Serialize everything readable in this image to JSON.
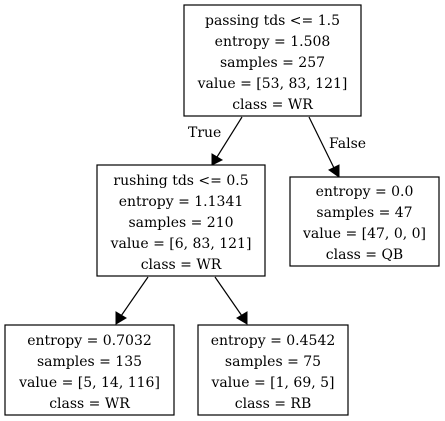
{
  "tree": {
    "nodes": {
      "root": {
        "lines": [
          "passing tds <= 1.5",
          "entropy = 1.508",
          "samples = 257",
          "value = [53, 83, 121]",
          "class = WR"
        ]
      },
      "left": {
        "lines": [
          "rushing tds <= 0.5",
          "entropy = 1.1341",
          "samples = 210",
          "value = [6, 83, 121]",
          "class = WR"
        ]
      },
      "right": {
        "lines": [
          "entropy = 0.0",
          "samples = 47",
          "value = [47, 0, 0]",
          "class = QB"
        ]
      },
      "left_left": {
        "lines": [
          "entropy = 0.7032",
          "samples = 135",
          "value = [5, 14, 116]",
          "class = WR"
        ]
      },
      "left_right": {
        "lines": [
          "entropy = 0.4542",
          "samples = 75",
          "value = [1, 69, 5]",
          "class = RB"
        ]
      }
    },
    "edge_labels": {
      "true": "True",
      "false": "False"
    }
  }
}
